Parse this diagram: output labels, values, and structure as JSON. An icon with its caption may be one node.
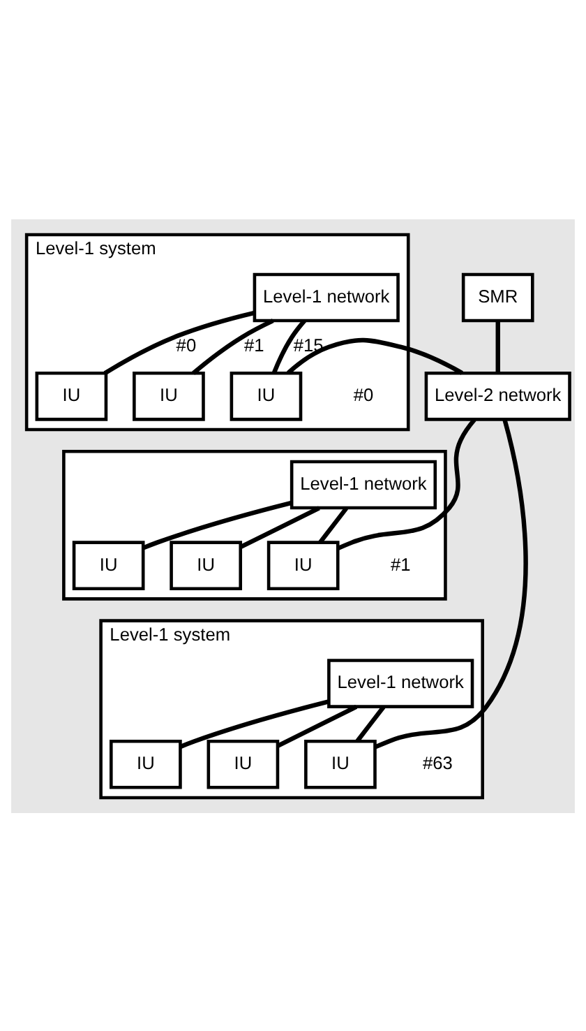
{
  "diagram": {
    "nodes": [
      {
        "text": [
          "Level-1 system"
        ],
        "beside": [
          "#0"
        ]
      },
      {
        "text": [
          "Level-1 network"
        ],
        "in": 0
      },
      {
        "text": [
          "IU"
        ],
        "in": 0
      },
      {
        "text": [
          "IU"
        ],
        "in": 0
      },
      {
        "text": [
          "IU"
        ],
        "in": 0
      },
      {
        "text": [],
        "shape": "box",
        "beside": [
          "#1"
        ]
      },
      {
        "text": [
          "Level-1 network"
        ],
        "in": 5
      },
      {
        "text": [
          "IU"
        ],
        "in": 5
      },
      {
        "text": [
          "IU"
        ],
        "in": 5
      },
      {
        "text": [
          "IU"
        ],
        "in": 5
      },
      {
        "text": [
          "Level-1 system"
        ],
        "beside": [
          "#63"
        ]
      },
      {
        "text": [
          "Level-1 network"
        ],
        "in": 10
      },
      {
        "text": [
          "IU"
        ],
        "in": 10
      },
      {
        "text": [
          "IU"
        ],
        "in": 10
      },
      {
        "text": [
          "IU"
        ],
        "in": 10
      },
      {
        "text": [
          "SMR"
        ]
      },
      {
        "text": [
          "Level-2 network"
        ]
      }
    ],
    "edges": [
      {
        "from": 1,
        "to": 2,
        "arrow": "none",
        "label": "#0"
      },
      {
        "from": 1,
        "to": 3,
        "arrow": "none",
        "label": "#1"
      },
      {
        "from": 1,
        "to": 4,
        "arrow": "none",
        "label": "#15"
      },
      {
        "from": 6,
        "to": 7,
        "arrow": "none"
      },
      {
        "from": 6,
        "to": 8,
        "arrow": "none"
      },
      {
        "from": 6,
        "to": 9,
        "arrow": "none"
      },
      {
        "from": 11,
        "to": 12,
        "arrow": "none"
      },
      {
        "from": 11,
        "to": 13,
        "arrow": "none"
      },
      {
        "from": 11,
        "to": 14,
        "arrow": "none"
      },
      {
        "from": 15,
        "to": 16,
        "arrow": "none"
      },
      {
        "from": 4,
        "to": 16,
        "arrow": "none"
      },
      {
        "from": 9,
        "to": 16,
        "arrow": "none"
      },
      {
        "from": 14,
        "to": 16,
        "arrow": "none"
      }
    ]
  }
}
